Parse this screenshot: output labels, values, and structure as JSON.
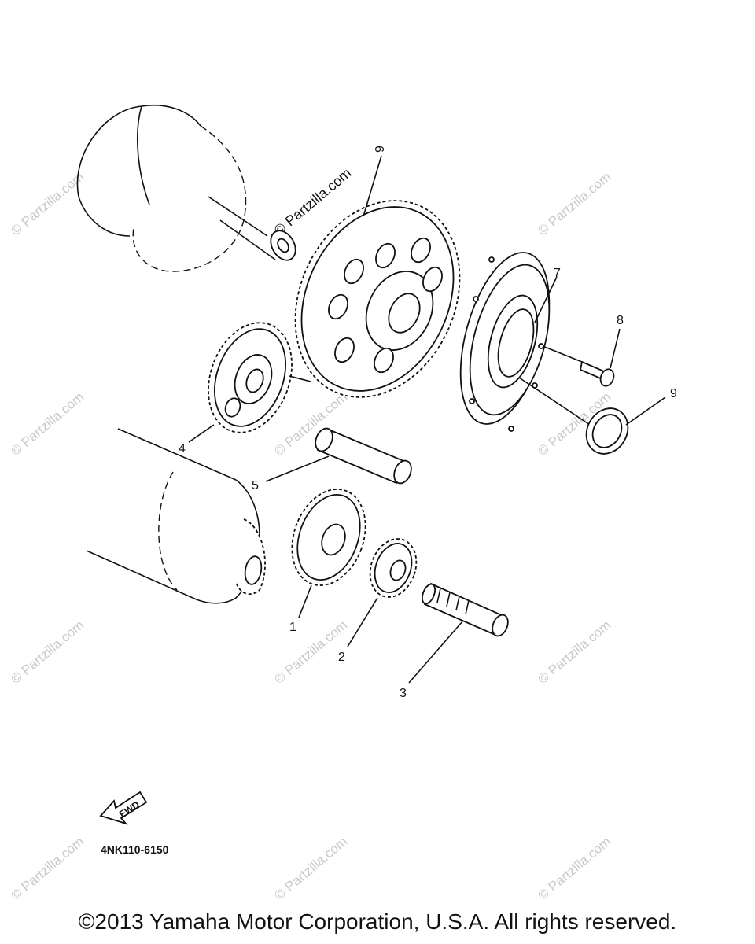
{
  "callouts": [
    "1",
    "2",
    "3",
    "4",
    "5",
    "6",
    "7",
    "8",
    "9"
  ],
  "watermark": "© Partzilla.com",
  "fwd_label": "FWD",
  "diagram_code": "4NK110-6150",
  "copyright": "©2013 Yamaha Motor Corporation, U.S.A. All rights reserved."
}
